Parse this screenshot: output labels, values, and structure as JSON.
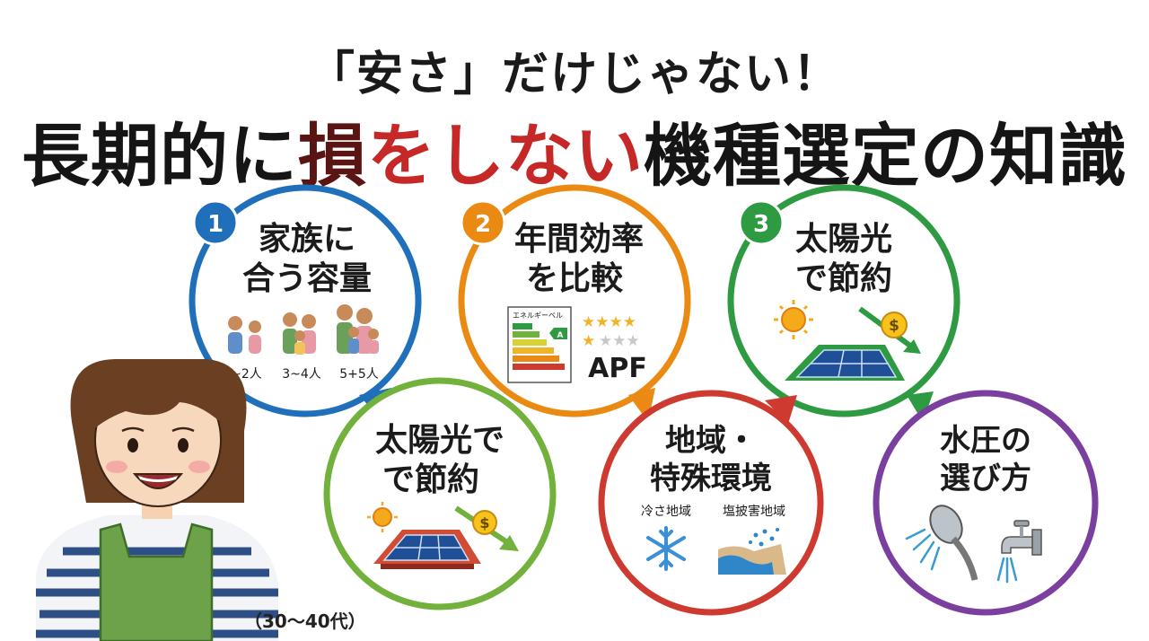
{
  "title": {
    "line1": "「安さ」だけじゃない！",
    "line2_a": "長期的に",
    "line2_b": "損",
    "line2_c": "をしない",
    "line2_d": "機種選定の知識"
  },
  "cards": {
    "c1": {
      "number": "1",
      "line1": "家族に",
      "line2": "合う容量",
      "labels": [
        "1~2人",
        "3~4人",
        "5+5人"
      ],
      "color": "#1f6fba"
    },
    "c2": {
      "number": "2",
      "line1": "年間効率",
      "line2": "を比較",
      "energy_label": "エネルギーベル",
      "grade": "A",
      "stars": "★★★★",
      "apf": "APF",
      "color": "#ea8a12"
    },
    "c3": {
      "number": "3",
      "line1": "太陽光",
      "line2": "で節約",
      "coin": "$",
      "color": "#2e9a42"
    },
    "c4": {
      "line1": "太陽光で",
      "line2": "で節約",
      "coin": "$",
      "color": "#72b13b"
    },
    "c5": {
      "line1": "地域・",
      "line2": "特殊環境",
      "label_a": "冷さ地域",
      "label_b": "塩披害地域",
      "color": "#cf3a30"
    },
    "c6": {
      "line1": "水圧の",
      "line2": "選び方",
      "color": "#7b3fa0"
    }
  },
  "person": {
    "age_label": "（30〜40代）"
  }
}
